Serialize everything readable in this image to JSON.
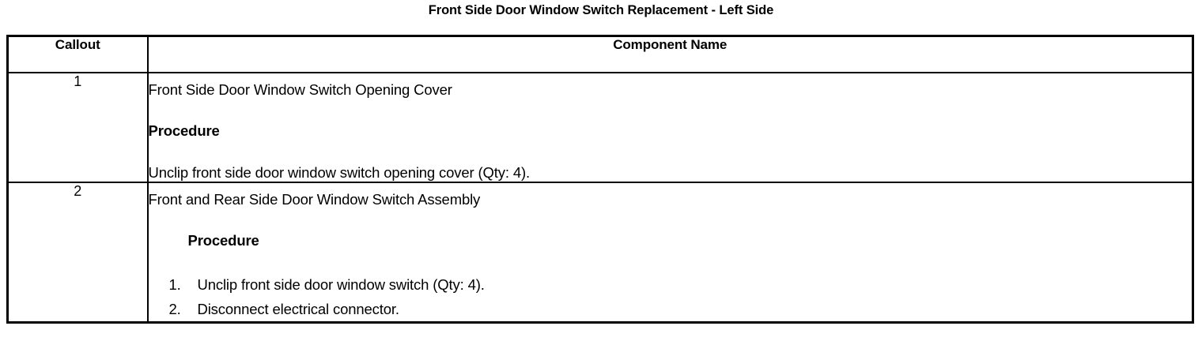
{
  "document": {
    "title": "Front Side Door Window Switch Replacement - Left Side"
  },
  "table": {
    "headers": {
      "callout": "Callout",
      "component": "Component Name"
    },
    "rows": [
      {
        "callout": "1",
        "heading": "Front Side Door Window Switch Opening Cover",
        "procedure_label": "Procedure",
        "body": "Unclip front side door window switch opening cover (Qty: 4)."
      },
      {
        "callout": "2",
        "heading": "Front and Rear Side Door Window Switch Assembly",
        "procedure_label": "Procedure",
        "steps": [
          {
            "num": "1.",
            "text": "Unclip front side door window switch (Qty: 4)."
          },
          {
            "num": "2.",
            "text": "Disconnect electrical connector."
          }
        ]
      }
    ]
  },
  "colors": {
    "background": "#ffffff",
    "text": "#000000",
    "border": "#000000"
  }
}
